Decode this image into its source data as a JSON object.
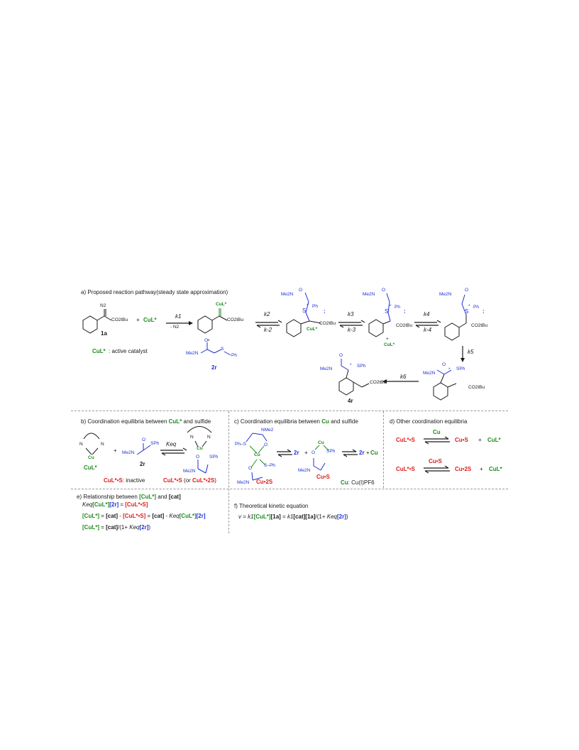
{
  "panel_a": {
    "title": "a) Proposed reaction pathway(steady state approximation)",
    "compound_1a": "1a",
    "compound_2r": "2r",
    "compound_4r": "4r",
    "plus": "+",
    "cul": "CuL*",
    "active_catalyst_label": "CuL*",
    "active_catalyst_text": ": active catalyst",
    "k1": "k1",
    "minus_n2": "- N2",
    "k2": "k2",
    "km2": "k-2",
    "k3": "k3",
    "km3": "k-3",
    "k4": "k4",
    "km4": "k-4",
    "k5": "k5",
    "k6": "k6",
    "n2": "N2",
    "co2tbu": "CO2tBu",
    "me2n": "Me2N",
    "o": "O",
    "ph": "Ph",
    "sph": "SPh",
    "s": "S",
    "star": "*",
    "lone_pair": ":"
  },
  "panel_b": {
    "title_pre": "b) Coordination equilibria between ",
    "title_cul": "CuL*",
    "title_post": " and sulfide",
    "cu": "Cu",
    "n": "N",
    "cul_label": "CuL*",
    "reagent": "2r",
    "keq": "Keq",
    "complex_label_a": "CuL*•S",
    "complex_label_mid": " (or ",
    "complex_label_b": "CuL*•2S",
    "complex_label_end": ")",
    "inactive_label": "CuL*•S",
    "inactive_text": ": inactive"
  },
  "panel_c": {
    "title_pre": "c) Coordination equilibria between ",
    "title_cu": "Cu",
    "title_post": " and sulfide",
    "nme2": "NMe2",
    "phs": "Ph–S",
    "sph": "S–Ph",
    "cu": "Cu",
    "cu2s": "Cu•2S",
    "r2": "2r",
    "plus": "+",
    "cus": "Cu•S",
    "cu_final": "Cu",
    "cu_def_label": "Cu",
    "cu_def_text": ": Cu(I)PF6"
  },
  "panel_d": {
    "title": "d) Other coordination equilibria",
    "row1": {
      "reactant": "CuL*•S",
      "over": "Cu",
      "product": "Cu•S",
      "plus": "+",
      "released": "CuL*"
    },
    "row2": {
      "reactant": "CuL*•S",
      "over": "Cu•S",
      "product": "Cu•2S",
      "plus": "+",
      "released": "CuL*"
    }
  },
  "panel_e": {
    "title_pre": "e) Relationship between ",
    "title_cul": "[CuL*]",
    "title_mid": " and ",
    "title_cat": "[cat]",
    "eq1": {
      "keq": "Keq",
      "cul": "[CuL*]",
      "r": "[2r]",
      "eq": " = ",
      "culs": "[CuL*•S]"
    },
    "eq2": {
      "cul": "[CuL*]",
      "eq": " = ",
      "cat": "[cat]",
      "minus": " - ",
      "culs": "[CuL*•S]",
      "eq2": "  =  ",
      "cat2": "[cat]",
      "minus2": " - ",
      "keq": "Keq",
      "cul2": "[CuL*]",
      "r": "[2r]"
    },
    "eq3": {
      "cul": "[CuL*]",
      "eq": " = ",
      "cat": "[cat]",
      "div": "/(1+ ",
      "keq": "Keq",
      "r": "[2r]",
      "close": ")"
    }
  },
  "panel_f": {
    "title": "f) Theoretical kinetic equation",
    "v": "v",
    "eq": " = ",
    "k1": "k1",
    "cul": "[CuL*]",
    "a1": "[1a]",
    "eq2": " = ",
    "k1b": "k1",
    "cat": "[cat]",
    "a1b": "[1a]",
    "div": "/(1+ ",
    "keq": "Keq",
    "r": "[2r]",
    "close": ")"
  },
  "colors": {
    "green": "#1f8a1f",
    "red": "#e01b1b",
    "blue": "#1e2fd6",
    "black": "#1a1a1a",
    "divider": "#9a9a9a"
  }
}
